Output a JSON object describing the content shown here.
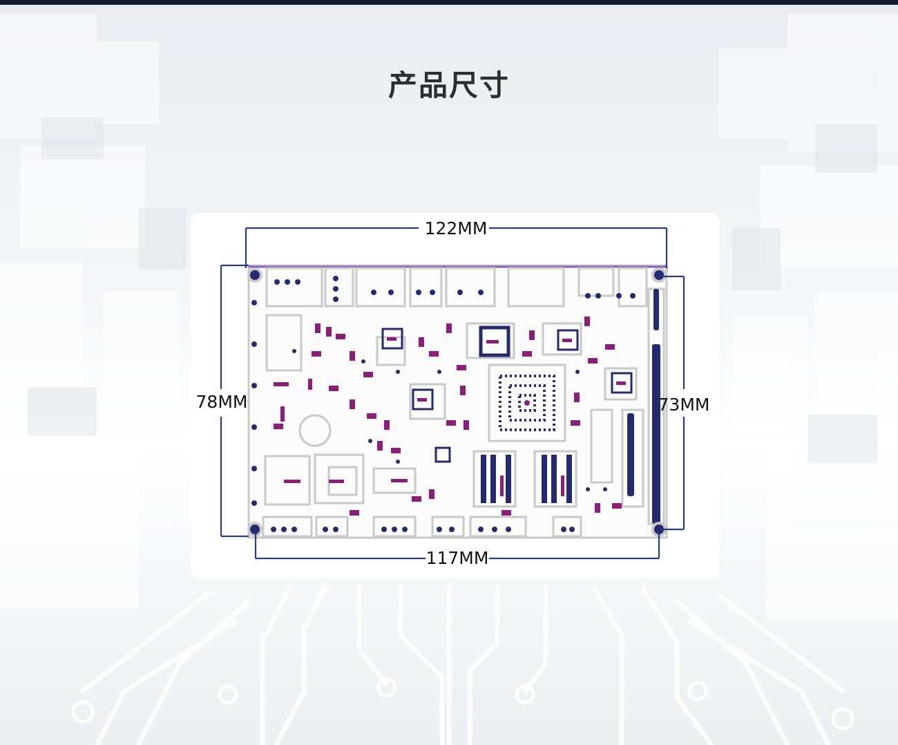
{
  "page": {
    "title": "产品尺寸"
  },
  "dimensions": {
    "top": "122MM",
    "bottom": "117MM",
    "left": "78MM",
    "right": "73MM"
  },
  "colors": {
    "dimension_line": "#253a8c",
    "silkscreen": "#8a1f7a",
    "pad": "#232a6e",
    "outline": "#c9c9c9",
    "title": "#2d2d2d",
    "topbar": "#141d36"
  }
}
